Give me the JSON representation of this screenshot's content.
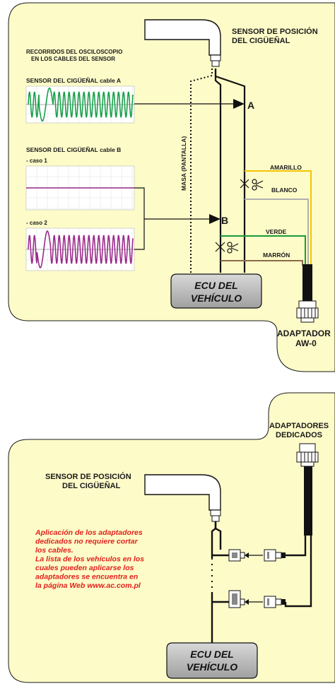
{
  "top": {
    "sensor_title_1": "SENSOR DE POSICIÓN",
    "sensor_title_2": "DEL CIGÜEÑAL",
    "osc_title_1": "RECORRIDOS DEL OSCILOSCOPIO",
    "osc_title_2": "EN LOS CABLES DEL SENSOR",
    "cable_a_title": "SENSOR DEL CIGÜEÑAL  cable A",
    "cable_b_title": "SENSOR DEL CIGÜEÑAL  cable B",
    "caso1": "- caso 1",
    "caso2": "- caso 2",
    "label_a": "A",
    "label_b": "B",
    "masa": "MASA (PANTALLA)",
    "amarillo": "AMARILLO",
    "blanco": "BLANCO",
    "verde": "VERDE",
    "marron": "MARRÓN",
    "ecu_1": "ECU DEL",
    "ecu_2": "VEHÍCULO",
    "adaptador_1": "ADAPTADOR",
    "adaptador_2": "AW-0"
  },
  "bottom": {
    "adaptadores_1": "ADAPTADORES",
    "adaptadores_2": "DEDICADOS",
    "sensor_title_1": "SENSOR DE POSICIÓN",
    "sensor_title_2": "DEL CIGÜEÑAL",
    "note_lines": [
      "Aplicación de los adaptadores",
      "dedicados no requiere cortar",
      "los cables.",
      "La lista de los vehículos en los",
      "cuales pueden aplicarse los",
      "adaptadores se encuentra en",
      "la página Web www.ac.com.pl"
    ],
    "ecu_1": "ECU DEL",
    "ecu_2": "VEHÍCULO"
  },
  "colors": {
    "panel": "#fdfbc8",
    "green_wave": "#1aa04a",
    "purple_wave": "#9a2a8a",
    "yellow_wire": "#f5c400",
    "green_wire": "#1a9a3a",
    "grey_wire": "#b0b0b0",
    "brown_wire": "#8a6a4a",
    "ecu_fill": "#b8b8b8",
    "note_red": "#e0201c"
  }
}
